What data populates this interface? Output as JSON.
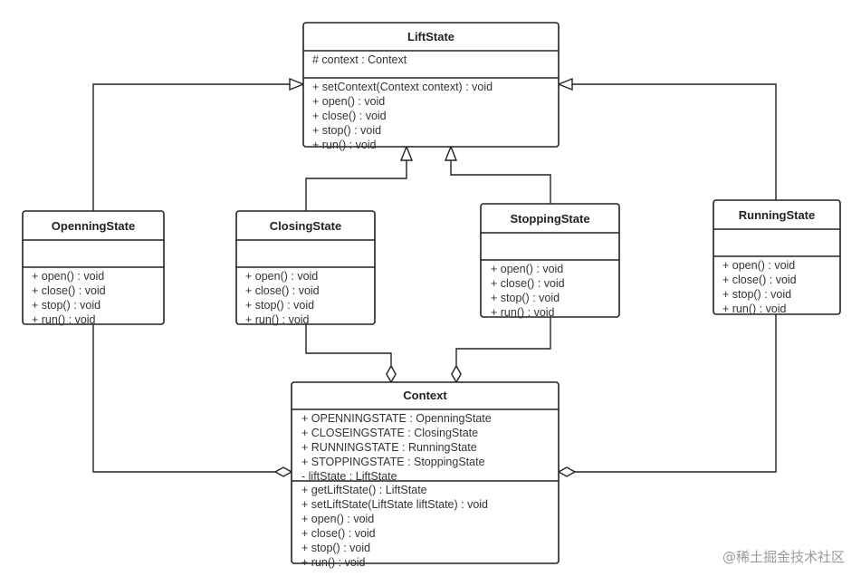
{
  "classes": {
    "liftstate": {
      "name": "LiftState",
      "attributes": [
        "# context : Context"
      ],
      "methods": [
        "+ setContext(Context context) : void",
        "+ open() : void",
        "+ close() : void",
        "+ stop() : void",
        "+ run() : void"
      ]
    },
    "openning": {
      "name": "OpenningState",
      "attributes": [],
      "methods": [
        "+ open() : void",
        "+ close() : void",
        "+ stop() : void",
        "+ run() : void"
      ]
    },
    "closing": {
      "name": "ClosingState",
      "attributes": [],
      "methods": [
        "+ open() : void",
        "+ close() : void",
        "+ stop() : void",
        "+ run() : void"
      ]
    },
    "stopping": {
      "name": "StoppingState",
      "attributes": [],
      "methods": [
        "+ open() : void",
        "+ close() : void",
        "+ stop() : void",
        "+ run() : void"
      ]
    },
    "running": {
      "name": "RunningState",
      "attributes": [],
      "methods": [
        "+ open() : void",
        "+ close() : void",
        "+ stop() : void",
        "+ run() : void"
      ]
    },
    "context": {
      "name": "Context",
      "attributes": [
        "+ OPENNINGSTATE : OpenningState",
        "+ CLOSEINGSTATE : ClosingState",
        "+ RUNNINGSTATE : RunningState",
        "+ STOPPINGSTATE : StoppingState",
        "- liftState : LiftState"
      ],
      "methods": [
        "+ getLiftState() : LiftState",
        "+ setLiftState(LiftState liftState) : void",
        "+ open() : void",
        "+ close() : void",
        "+ stop() : void",
        "+ run() : void"
      ]
    }
  },
  "relations": [
    {
      "from": "OpenningState",
      "to": "LiftState",
      "type": "generalization"
    },
    {
      "from": "ClosingState",
      "to": "LiftState",
      "type": "generalization"
    },
    {
      "from": "StoppingState",
      "to": "LiftState",
      "type": "generalization"
    },
    {
      "from": "RunningState",
      "to": "LiftState",
      "type": "generalization"
    },
    {
      "from": "OpenningState",
      "to": "Context",
      "type": "aggregation"
    },
    {
      "from": "ClosingState",
      "to": "Context",
      "type": "aggregation"
    },
    {
      "from": "StoppingState",
      "to": "Context",
      "type": "aggregation"
    },
    {
      "from": "RunningState",
      "to": "Context",
      "type": "aggregation"
    }
  ],
  "watermark": "@稀土掘金技术社区"
}
